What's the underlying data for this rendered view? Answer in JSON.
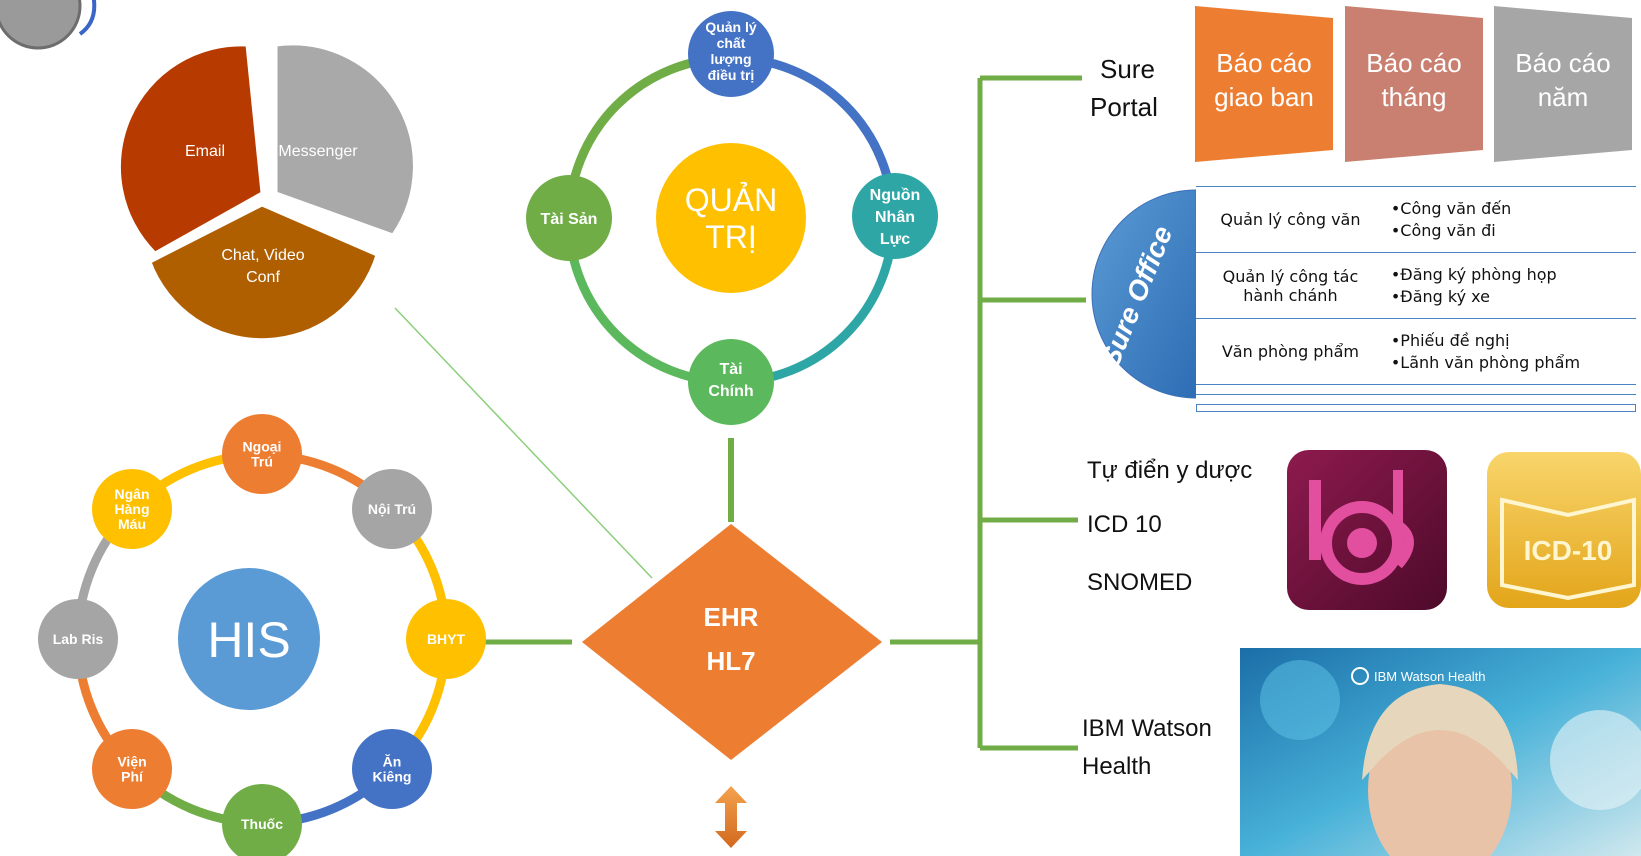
{
  "center": {
    "line1": "EHR",
    "line2": "HL7"
  },
  "comm": {
    "email": "Email",
    "messenger": "Messenger",
    "chat_line1": "Chat, Video",
    "chat_line2": "Conf"
  },
  "admin": {
    "center_line1": "QUẢN",
    "center_line2": "TRỊ",
    "top_lines": [
      "Quản lý",
      "chất",
      "lượng",
      "điều trị"
    ],
    "right_lines": [
      "Nguồn",
      "Nhân",
      "Lực"
    ],
    "bottom_lines": [
      "Tài",
      "Chính"
    ],
    "left": "Tài Sản",
    "colors": {
      "top": "#4472c4",
      "right": "#2ea6a6",
      "bottom": "#5cb85c",
      "left": "#70ad47",
      "center": "#ffc000"
    }
  },
  "his": {
    "center": "HIS",
    "nodes": [
      {
        "lines": [
          "Ngoại",
          "Trú"
        ],
        "color": "#ed7d31"
      },
      {
        "lines": [
          "Nội Trú"
        ],
        "color": "#a5a5a5"
      },
      {
        "lines": [
          "BHYT"
        ],
        "color": "#ffc000"
      },
      {
        "lines": [
          "Ăn",
          "Kiêng"
        ],
        "color": "#4472c4"
      },
      {
        "lines": [
          "Thuốc"
        ],
        "color": "#70ad47"
      },
      {
        "lines": [
          "Viện",
          "Phí"
        ],
        "color": "#ed7d31"
      },
      {
        "lines": [
          "Lab Ris"
        ],
        "color": "#a5a5a5"
      },
      {
        "lines": [
          "Ngân",
          "Hàng",
          "Máu"
        ],
        "color": "#ffc000"
      }
    ]
  },
  "portal": {
    "label_line1": "Sure",
    "label_line2": "Portal",
    "reports": [
      {
        "line1": "Báo cáo",
        "line2": "giao ban",
        "color": "#ed7d31"
      },
      {
        "line1": "Báo cáo",
        "line2": "tháng",
        "color": "#c98070"
      },
      {
        "line1": "Báo cáo",
        "line2": "năm",
        "color": "#a6a6a6"
      }
    ]
  },
  "office": {
    "label": "Sure Office",
    "rows": [
      {
        "name": "Quản lý công văn",
        "items": [
          "•Công văn đến",
          "•Công văn đi"
        ]
      },
      {
        "name": "Quản lý công tác hành chánh",
        "items": [
          "•Đăng ký phòng họp",
          "•Đăng ký xe"
        ]
      },
      {
        "name": "Văn phòng phẩm",
        "items": [
          "•Phiếu đề nghị",
          "•Lãnh văn phòng phẩm"
        ]
      }
    ]
  },
  "dict": {
    "item1": "Tự điển y dược",
    "item2": "ICD 10",
    "item3": "SNOMED",
    "icd_logo": "ICD-10"
  },
  "watson": {
    "label_line1": "IBM Watson",
    "label_line2": "Health",
    "banner": "IBM Watson Health"
  }
}
